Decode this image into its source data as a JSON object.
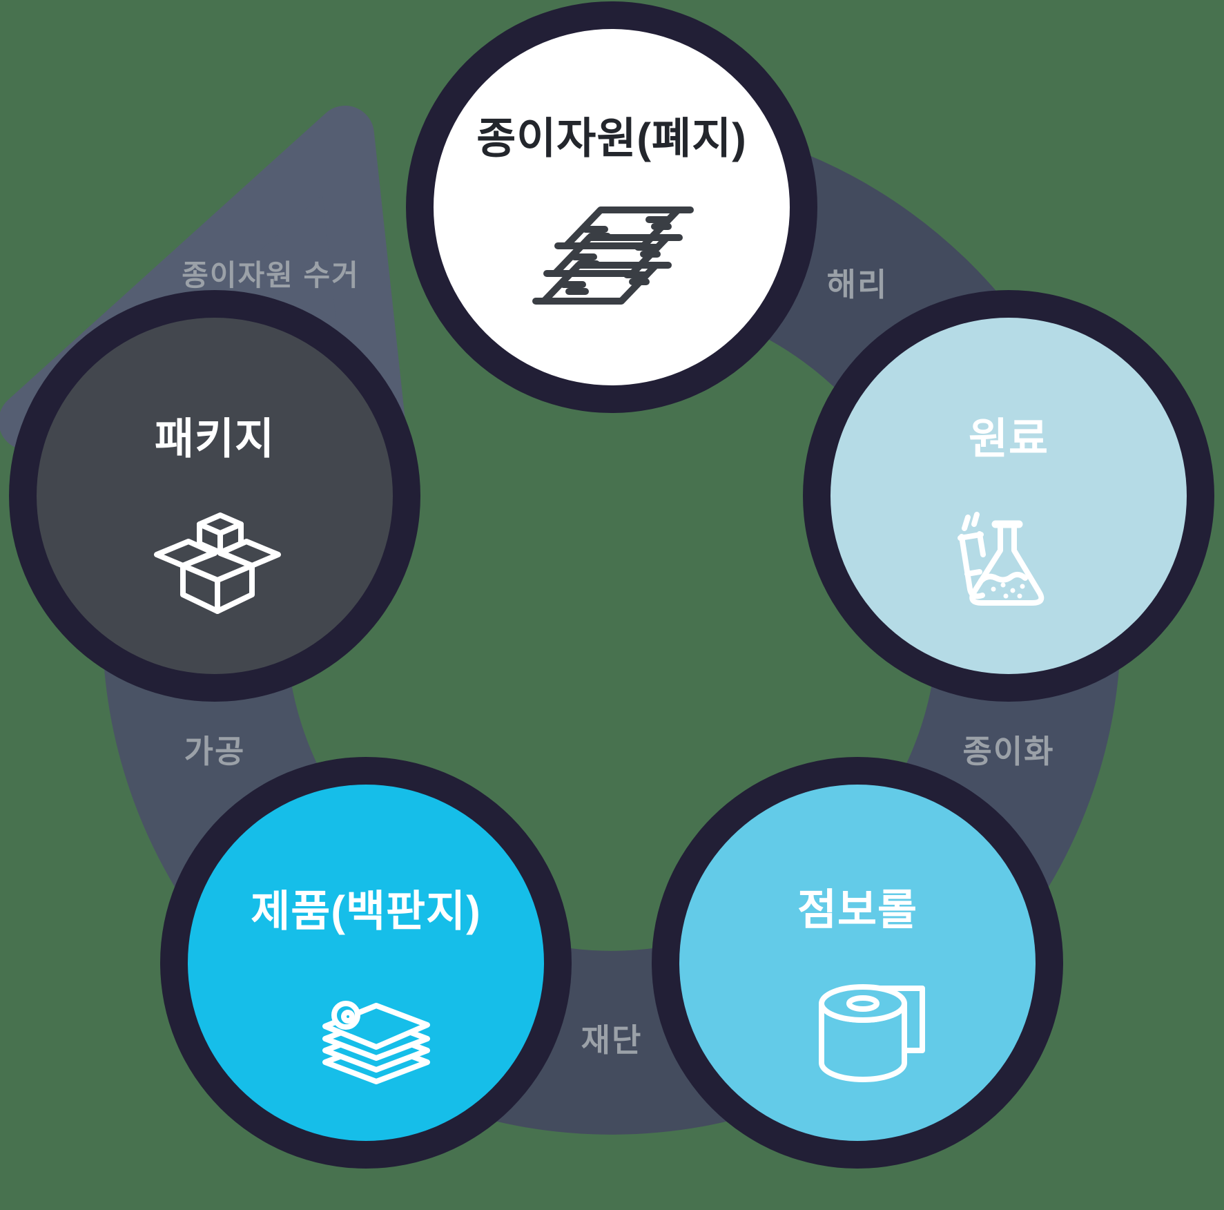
{
  "diagram": {
    "description": "paper-recycling-cycle"
  },
  "colors": {
    "background": "#48724F",
    "halo": "#221F36",
    "step_label": "#9BA1A8"
  },
  "nodes": [
    {
      "id": "paper-resource",
      "label": "종이자원(폐지)",
      "circle_color": "#FFFFFF",
      "text_color": "#23262C",
      "icon": "paper-stack-icon",
      "icon_color": "#3A3E44"
    },
    {
      "id": "raw-material",
      "label": "원료",
      "circle_color": "#B5DBE6",
      "text_color": "#FFFFFF",
      "icon": "flask-icon",
      "icon_color": "#FFFFFF"
    },
    {
      "id": "jumbo-roll",
      "label": "점보롤",
      "circle_color": "#63CBE8",
      "text_color": "#FFFFFF",
      "icon": "paper-roll-icon",
      "icon_color": "#FFFFFF"
    },
    {
      "id": "product",
      "label": "제품(백판지)",
      "circle_color": "#16BEE9",
      "text_color": "#FFFFFF",
      "icon": "paper-sheets-icon",
      "icon_color": "#FFFFFF"
    },
    {
      "id": "package",
      "label": "패키지",
      "circle_color": "#43474E",
      "text_color": "#FFFFFF",
      "icon": "open-box-icon",
      "icon_color": "#FFFFFF"
    }
  ],
  "steps": [
    {
      "id": "dissolving",
      "label": "해리",
      "band_color": "#434B5E"
    },
    {
      "id": "papering",
      "label": "종이화",
      "band_color": "#464F63"
    },
    {
      "id": "cutting",
      "label": "재단",
      "band_color": "#444C5E"
    },
    {
      "id": "processing",
      "label": "가공",
      "band_color": "#4A5365"
    },
    {
      "id": "collection",
      "label": "종이자원 수거",
      "band_color": "#555E72"
    }
  ]
}
